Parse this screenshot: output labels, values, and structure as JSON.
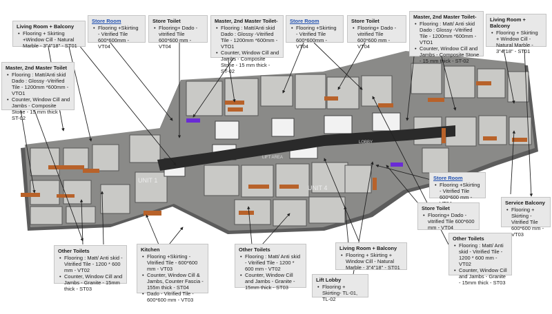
{
  "labels": [
    {
      "id": "lr-balcony-tl",
      "title": "Living Room + Balcony",
      "title_link": false,
      "items": [
        "Flooring + Skirting +Window Cill - Natural Marble - 3\"4\"18\" - ST01"
      ]
    },
    {
      "id": "store-room-1",
      "title": "Store Room",
      "title_link": true,
      "items": [
        "Flooring +Skirting - Vitrified Tile 600*600mm - VT04"
      ]
    },
    {
      "id": "store-toilet-1",
      "title": "Store Toilet",
      "title_link": false,
      "items": [
        "Flooring+ Dado - vitrified Tile 600*600 mm - VT04"
      ]
    },
    {
      "id": "master-2nd-toilet-2",
      "title": "Master, 2nd Master Toilet-",
      "title_link": false,
      "items": [
        "Flooring : Matt/Anti skid Dado : Glossy -Vitrified Tile - 1200mm *600mm - VTO1",
        "Counter, Window Cill and Jambs - Composite Stone - 15 mm thick - ST-02"
      ]
    },
    {
      "id": "store-room-2",
      "title": "Store Room",
      "title_link": true,
      "items": [
        "Flooring +Skirting - Vitrified Tile 600*600mm - VT04"
      ]
    },
    {
      "id": "store-toilet-2",
      "title": "Store Toilet",
      "title_link": false,
      "items": [
        "Flooring+ Dado - vitrified Tile 600*600 mm - VT04"
      ]
    },
    {
      "id": "master-2nd-toilet-3",
      "title": "Master, 2nd Master Toilet-",
      "title_link": false,
      "items": [
        "Flooring : Matt/ Anti skid Dado : Glossy -Vitrified Tile - 1200mm *600mm - VTO1",
        "Counter, Window Cill and Jambs - Composite Stone - 15 mm thick - ST-02"
      ]
    },
    {
      "id": "lr-balcony-tr",
      "title": "Living Room + Balcony",
      "title_link": false,
      "items": [
        "Flooring + Skirting + Window Cill - Natural Marble - 3\"4\"18\" - ST01"
      ]
    },
    {
      "id": "master-2nd-toilet-1",
      "title": "Master, 2nd Master Toilet",
      "title_link": false,
      "items": [
        "Flooring : Matt/Anti skid Dado : Glossy -Vitrified Tile - 1200mm *600mm - VTO1",
        "Counter, Window Cill and Jambs - Composite Stone - 15 mm thick - ST-02"
      ]
    },
    {
      "id": "store-room-3",
      "title": "Store Room",
      "title_link": true,
      "items": [
        "Flooring +Skirting - Vitrified Tile 600*600 mm - VT04"
      ]
    },
    {
      "id": "service-balcony",
      "title": "Service Balcony",
      "title_link": false,
      "items": [
        "Flooring + Skirting - Vitrified Tile 600*600 mm - VT03"
      ]
    },
    {
      "id": "store-toilet-3",
      "title": "Store Toilet",
      "title_link": false,
      "items": [
        "Flooring+ Dado - vitrified Tile 600*600 mm - VT04"
      ]
    },
    {
      "id": "other-toilets-4",
      "title": "Other Toilets",
      "title_link": false,
      "items": [
        "Flooring : Matt/ Anti skid - Vitrified Tile - 1200 * 600 mm - VT02",
        "Counter, Window Cill and Jambs - Granite - 15mm thick - ST03"
      ]
    },
    {
      "id": "other-toilets-1",
      "title": "Other Toilets",
      "title_link": false,
      "items": [
        "Flooring : Matt/ Anti skid - Vitrified Tile - 1200 * 600 mm - VT02",
        "Counter, Window Cill and Jambs - Granite - 15mm thick - ST03"
      ]
    },
    {
      "id": "kitchen",
      "title": "Kitchen",
      "title_link": false,
      "items": [
        "Flooring +Skirting - Vitrified Tile - 600*600 mm - VT03",
        "Counter, Window Cill & Jambs, Counter Fascia - 155m thick - ST04",
        "Dado - Vitrified Tile - 600*600 mm - VT03"
      ]
    },
    {
      "id": "other-toilets-2",
      "title": "Other Toilets",
      "title_link": false,
      "items": [
        "Flooring : Matt/ Anti skid - Vitrified Tile - 1200 * 600 mm - VT02",
        "Counter, Window Cill and Jambs - Granite - 15mm thick - ST03"
      ]
    },
    {
      "id": "lr-balcony-bottom",
      "title": "Living Room + Balcony",
      "title_link": false,
      "items": [
        "Flooring + Skirting + Window Cill - Natural Marble - 3\"4\"18\" - ST01"
      ]
    },
    {
      "id": "lift-lobby",
      "title": "Lift Lobby",
      "title_link": false,
      "items": [
        "Flooring + Skirting- TL-01, TL-02"
      ]
    }
  ],
  "plan_text": {
    "lift_area": "LIFT AREA",
    "lobby": "LOBBY",
    "unit_1": "UNIT 1",
    "unit_4": "UNIT 4"
  },
  "colors": {
    "label_bg": "#e8e8e8",
    "corridor": "#2a2a2a",
    "counter": "#b8622a",
    "accent": "#6a2bd6",
    "link_title": "#1f4fb0"
  }
}
